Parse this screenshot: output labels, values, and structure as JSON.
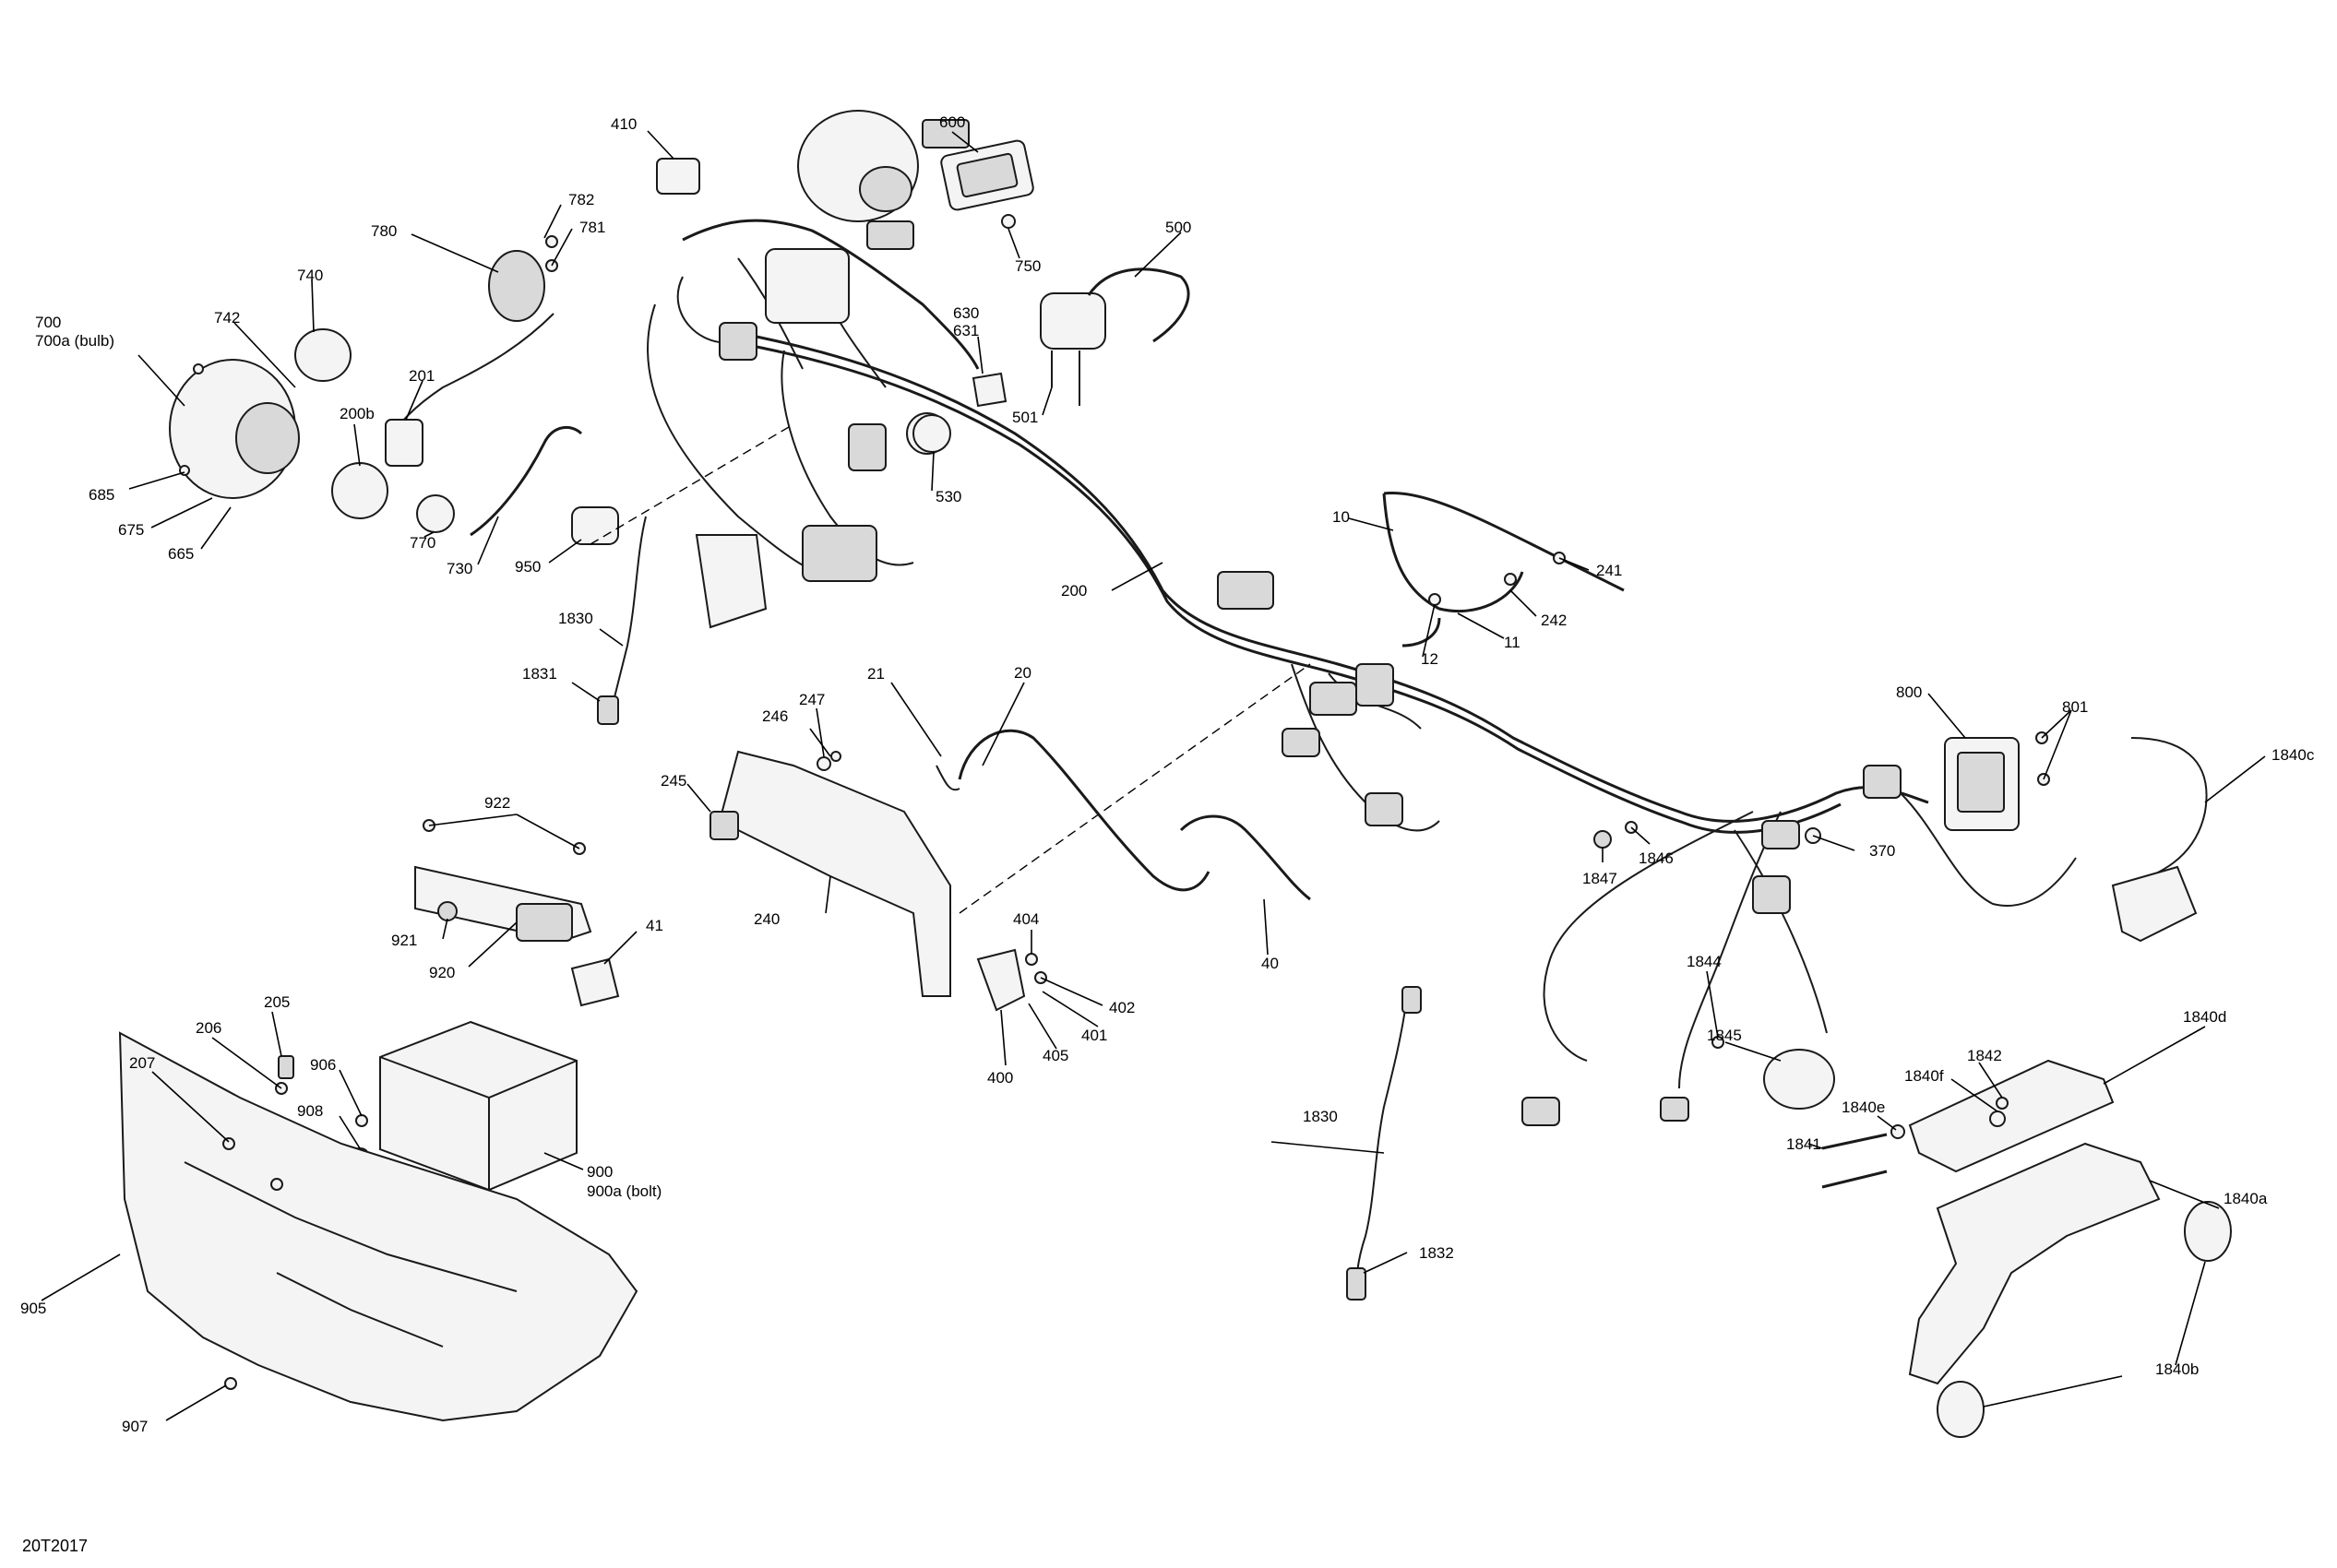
{
  "document_id": "20T2017",
  "callouts": {
    "c410": "410",
    "c600": "600",
    "c782": "782",
    "c781": "781",
    "c780": "780",
    "c750": "750",
    "c500": "500",
    "c740": "740",
    "c700": "700",
    "c700a": "700a (bulb)",
    "c742": "742",
    "c201": "201",
    "c200b": "200b",
    "c630": "630",
    "c631": "631",
    "c501": "501",
    "c530": "530",
    "c685": "685",
    "c675": "675",
    "c665": "665",
    "c770": "770",
    "c730": "730",
    "c950": "950",
    "c10": "10",
    "c241": "241",
    "c242": "242",
    "c11": "11",
    "c12": "12",
    "c200": "200",
    "c1830a": "1830",
    "c1831": "1831",
    "c21": "21",
    "c20": "20",
    "c247": "247",
    "c246": "246",
    "c245": "245",
    "c800": "800",
    "c801": "801",
    "c1840c": "1840c",
    "c922": "922",
    "c240": "240",
    "c370": "370",
    "c1846": "1846",
    "c1847": "1847",
    "c921": "921",
    "c41": "41",
    "c920": "920",
    "c404": "404",
    "c40": "40",
    "c402": "402",
    "c401": "401",
    "c405": "405",
    "c400": "400",
    "c1844": "1844",
    "c1845": "1845",
    "c1840d": "1840d",
    "c205": "205",
    "c206": "206",
    "c207": "207",
    "c906": "906",
    "c908": "908",
    "c900": "900",
    "c900a": "900a (bolt)",
    "c1842": "1842",
    "c1840f": "1840f",
    "c1840e": "1840e",
    "c1841": "1841",
    "c1830b": "1830",
    "c1840a": "1840a",
    "c1832": "1832",
    "c905": "905",
    "c907": "907",
    "c1840b": "1840b"
  }
}
